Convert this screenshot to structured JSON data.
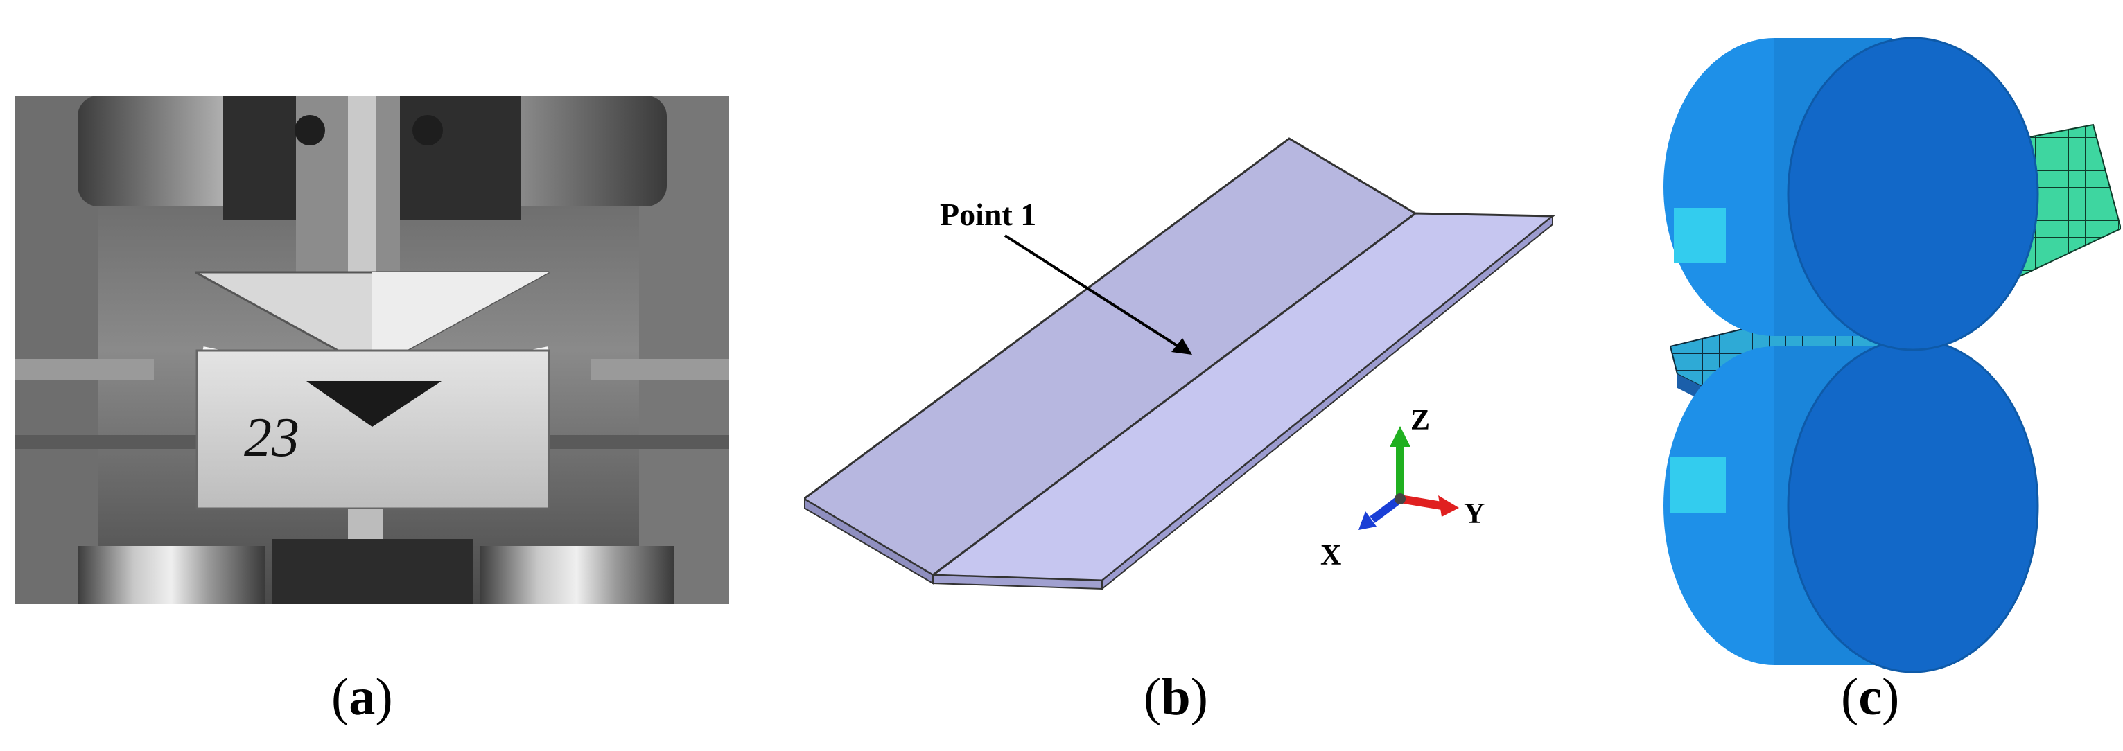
{
  "panels": [
    {
      "id": "a",
      "caption_open": "(",
      "caption_letter": "a",
      "caption_close": ")",
      "marking": "23"
    },
    {
      "id": "b",
      "caption_open": "(",
      "caption_letter": "b",
      "caption_close": ")",
      "annotation": "Point 1",
      "axes": {
        "x": "X",
        "y": "Y",
        "z": "Z"
      }
    },
    {
      "id": "c",
      "caption_open": "(",
      "caption_letter": "c",
      "caption_close": ")"
    }
  ],
  "colors": {
    "plate": "#c3c3ea",
    "plate_edge": "#333333",
    "axis_x": "#1a3fd6",
    "axis_y": "#e02020",
    "axis_z": "#20b020",
    "roller": "#1e90e8",
    "roller_face": "#1268c8",
    "mesh": "#2ecf9e"
  }
}
